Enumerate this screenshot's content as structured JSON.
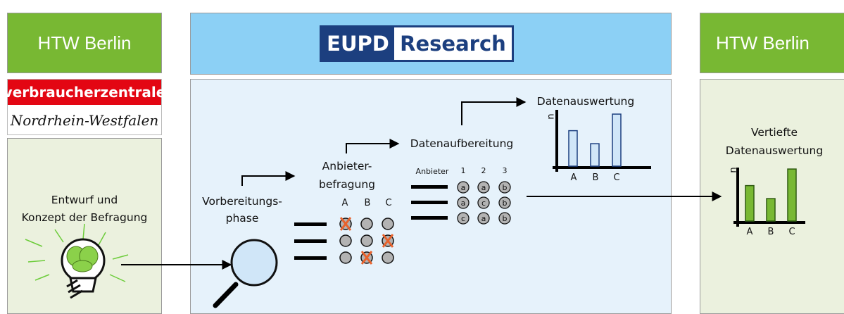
{
  "left": {
    "header": "HTW Berlin",
    "logo_vz_top": "verbraucherzentrale",
    "logo_vz_bottom": "Nordrhein-Westfalen",
    "concept_line1": "Entwurf und",
    "concept_line2": "Konzept der Befragung"
  },
  "center": {
    "logo_left": "EUPD",
    "logo_right": "Research",
    "step1_line1": "Vorbereitungs-",
    "step1_line2": "phase",
    "step2_line1": "Anbieter-",
    "step2_line2": "befragung",
    "step3": "Datenaufbereitung",
    "step4": "Datenauswertung",
    "survey_cols": [
      "A",
      "B",
      "C"
    ],
    "table_header": "Anbieter",
    "table_cols": [
      "1",
      "2",
      "3"
    ],
    "table_rows": [
      [
        "a",
        "a",
        "b"
      ],
      [
        "a",
        "c",
        "b"
      ],
      [
        "c",
        "a",
        "b"
      ]
    ],
    "chart_ylabel": "n",
    "chart_categories": [
      "A",
      "B",
      "C"
    ]
  },
  "right": {
    "header": "HTW Berlin",
    "title_line1": "Vertiefte",
    "title_line2": "Datenauswertung",
    "chart_ylabel": "n",
    "chart_categories": [
      "A",
      "B",
      "C"
    ]
  },
  "colors": {
    "htw_green": "#78b833",
    "eupd_blue": "#8cd0f5",
    "panel_blue": "#e6f2fb",
    "panel_green": "#ebf1de",
    "vz_red": "#e30613",
    "eupd_navy": "#1c3f7f",
    "cross_orange": "#e8622c"
  },
  "chart_data": [
    {
      "type": "bar",
      "categories": [
        "A",
        "B",
        "C"
      ],
      "values": [
        3,
        1.9,
        4.4
      ],
      "ylabel": "n",
      "title": "",
      "xlabel": ""
    },
    {
      "type": "bar",
      "categories": [
        "A",
        "B",
        "C"
      ],
      "values": [
        3,
        1.9,
        4.4
      ],
      "ylabel": "n",
      "title": "",
      "xlabel": ""
    }
  ]
}
